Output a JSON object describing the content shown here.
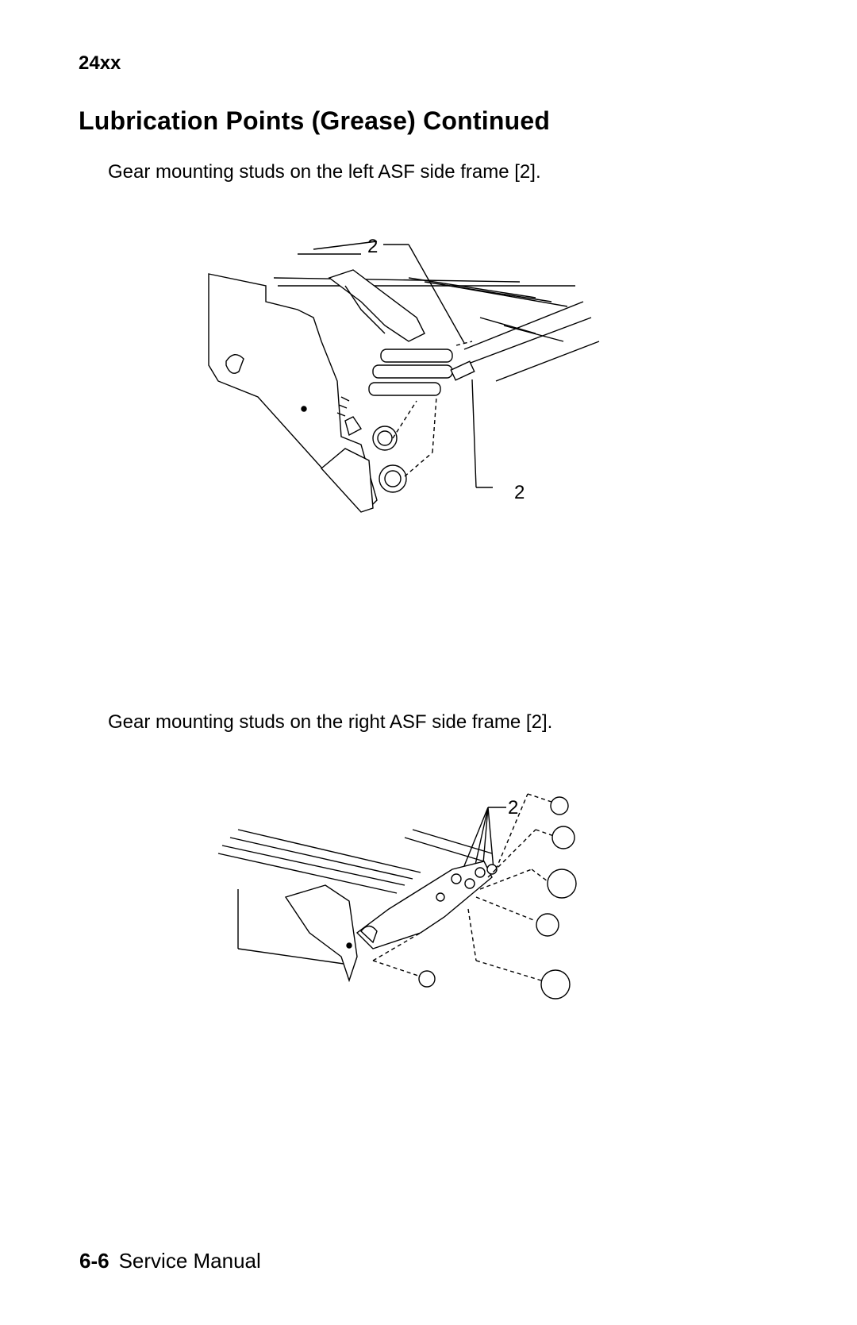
{
  "header": {
    "model": "24xx"
  },
  "section": {
    "title": "Lubrication Points (Grease) Continued"
  },
  "figures": [
    {
      "caption": "Gear mounting studs on the left ASF side frame [2].",
      "callouts": [
        "2",
        "2"
      ]
    },
    {
      "caption": "Gear mounting studs on the right ASF side frame [2].",
      "callouts": [
        "2"
      ]
    }
  ],
  "footer": {
    "page_number": "6-6",
    "manual_title": "Service Manual"
  }
}
